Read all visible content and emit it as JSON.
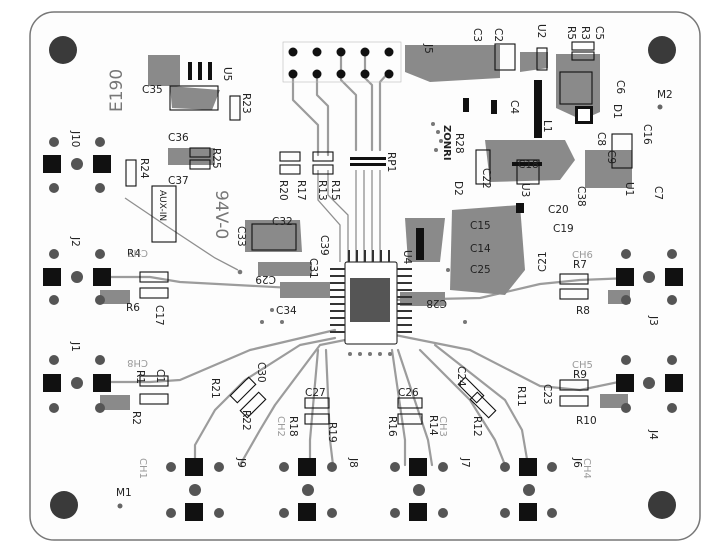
{
  "connectors": {
    "j1": "J1",
    "j2": "J2",
    "j3": "J3",
    "j4": "J4",
    "j5": "J5",
    "j6": "J6",
    "j7": "J7",
    "j8": "J8",
    "j9": "J9",
    "j10": "J10"
  },
  "mounting_holes": {
    "m1": "M1",
    "m2": "M2"
  },
  "ics": {
    "u1": "U1",
    "u2": "U2",
    "u3": "U3",
    "u4": "U4",
    "u5": "U5",
    "rp1": "RP1"
  },
  "capacitors": {
    "c1": "C1",
    "c2": "C2",
    "c3": "C3",
    "c4": "C4",
    "c5": "C5",
    "c6": "C6",
    "c7": "C7",
    "c8": "C8",
    "c9": "C9",
    "c14": "C14",
    "c15": "C15",
    "c16": "C16",
    "c17": "C17",
    "c18": "C18",
    "c19": "C19",
    "c20": "C20",
    "c21": "C21",
    "c22": "C22",
    "c23": "C23",
    "c24": "C24",
    "c25": "C25",
    "c26": "C26",
    "c27": "C27",
    "c28": "C28",
    "c29": "C29",
    "c30": "C30",
    "c31": "C31",
    "c32": "C32",
    "c33": "C33",
    "c34": "C34",
    "c35": "C35",
    "c36": "C36",
    "c37": "C37",
    "c38": "C38",
    "c39": "C39"
  },
  "resistors": {
    "r1": "R1",
    "r2": "R2",
    "r3": "R3",
    "r4": "R4",
    "r5": "R5",
    "r6": "R6",
    "r7": "R7",
    "r8": "R8",
    "r9": "R9",
    "r10": "R10",
    "r11": "R11",
    "r12": "R12",
    "r13": "R13",
    "r14": "R14",
    "r15": "R15",
    "r16": "R16",
    "r17": "R17",
    "r18": "R18",
    "r19": "R19",
    "r20": "R20",
    "r21": "R21",
    "r22": "R22",
    "r23": "R23",
    "r24": "R24",
    "r25": "R25",
    "r28": "R28"
  },
  "others": {
    "l1": "L1",
    "d1": "D1",
    "d2": "D2"
  },
  "channels": {
    "ch1": "CH1",
    "ch2": "CH2",
    "ch3": "CH3",
    "ch4": "CH4",
    "ch5": "CH5",
    "ch6": "CH6",
    "ch7": "CH7",
    "ch8": "CH8"
  },
  "markings": {
    "aux_in": "AUX-IN",
    "ul_code": "94V-0",
    "e_code": "E190",
    "brand": "ZONRI"
  }
}
